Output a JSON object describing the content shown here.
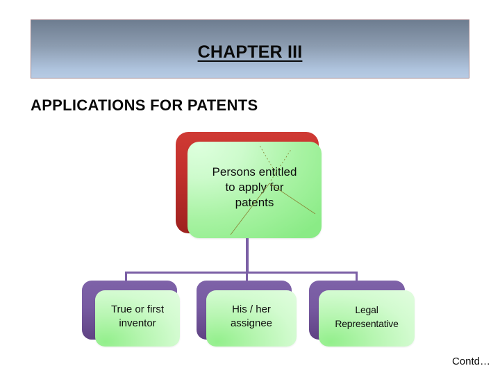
{
  "slide": {
    "header": {
      "title": "CHAPTER III"
    },
    "section_heading": "APPLICATIONS FOR PATENTS",
    "footer_note": "Contd…"
  },
  "diagram": {
    "type": "org-chart",
    "root": {
      "label": "Persons entitled\nto apply for\npatents",
      "shadow_color": "#c2302c",
      "fill_color": "#a9f3a4"
    },
    "children": [
      {
        "label": "True or first\ninventor",
        "shadow_color": "#775aa1",
        "fill_color": "#b4f5ae"
      },
      {
        "label": "His / her\nassignee",
        "shadow_color": "#775aa1",
        "fill_color": "#b4f5ae"
      },
      {
        "label": "Legal\nRepresentative",
        "shadow_color": "#775aa1",
        "fill_color": "#b4f5ae"
      }
    ],
    "connector_color": "#7b5fa5"
  },
  "colors": {
    "header_gradient_top": "#6e7d90",
    "header_gradient_bottom": "#b7cbe4",
    "header_border": "#9b7f88",
    "text": "#0d0d0d",
    "scribble": "#8a8a3a"
  }
}
